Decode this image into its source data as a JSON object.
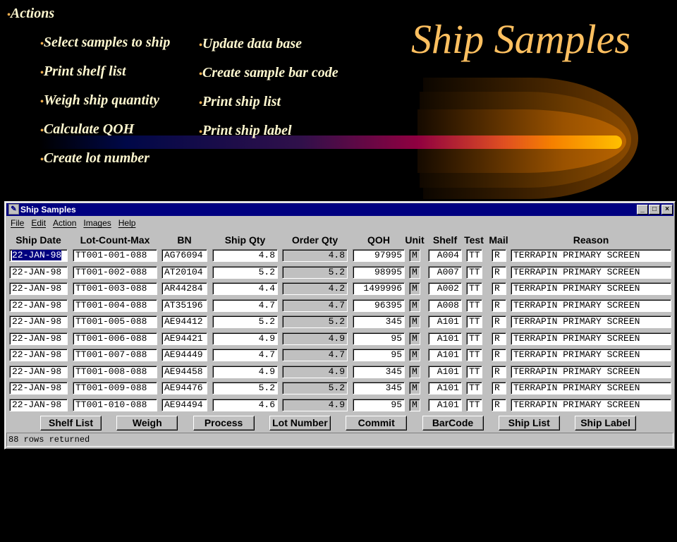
{
  "slide": {
    "title": "Ship Samples",
    "heading": "Actions",
    "bullets_left": [
      "Select samples to ship",
      "Print shelf list",
      "Weigh ship quantity",
      "Calculate QOH",
      "Create lot number"
    ],
    "bullets_right": [
      "Update data base",
      "Create sample bar code",
      "Print ship list",
      "Print ship label"
    ]
  },
  "window": {
    "title": "Ship Samples",
    "menu": [
      "File",
      "Edit",
      "Action",
      "Images",
      "Help"
    ],
    "columns": [
      "Ship Date",
      "Lot-Count-Max",
      "BN",
      "Ship Qty",
      "Order Qty",
      "QOH",
      "Unit",
      "Shelf",
      "Test",
      "Mail",
      "Reason"
    ],
    "rows": [
      [
        "22-JAN-98",
        "TT001-001-088",
        "AG76094",
        "4.8",
        "4.8",
        "97995",
        "M",
        "A004",
        "TT",
        "R",
        "TERRAPIN PRIMARY SCREEN"
      ],
      [
        "22-JAN-98",
        "TT001-002-088",
        "AT20104",
        "5.2",
        "5.2",
        "98995",
        "M",
        "A007",
        "TT",
        "R",
        "TERRAPIN PRIMARY SCREEN"
      ],
      [
        "22-JAN-98",
        "TT001-003-088",
        "AR44284",
        "4.4",
        "4.2",
        "1499996",
        "M",
        "A002",
        "TT",
        "R",
        "TERRAPIN PRIMARY SCREEN"
      ],
      [
        "22-JAN-98",
        "TT001-004-088",
        "AT35196",
        "4.7",
        "4.7",
        "96395",
        "M",
        "A008",
        "TT",
        "R",
        "TERRAPIN PRIMARY SCREEN"
      ],
      [
        "22-JAN-98",
        "TT001-005-088",
        "AE94412",
        "5.2",
        "5.2",
        "345",
        "M",
        "A101",
        "TT",
        "R",
        "TERRAPIN PRIMARY SCREEN"
      ],
      [
        "22-JAN-98",
        "TT001-006-088",
        "AE94421",
        "4.9",
        "4.9",
        "95",
        "M",
        "A101",
        "TT",
        "R",
        "TERRAPIN PRIMARY SCREEN"
      ],
      [
        "22-JAN-98",
        "TT001-007-088",
        "AE94449",
        "4.7",
        "4.7",
        "95",
        "M",
        "A101",
        "TT",
        "R",
        "TERRAPIN PRIMARY SCREEN"
      ],
      [
        "22-JAN-98",
        "TT001-008-088",
        "AE94458",
        "4.9",
        "4.9",
        "345",
        "M",
        "A101",
        "TT",
        "R",
        "TERRAPIN PRIMARY SCREEN"
      ],
      [
        "22-JAN-98",
        "TT001-009-088",
        "AE94476",
        "5.2",
        "5.2",
        "345",
        "M",
        "A101",
        "TT",
        "R",
        "TERRAPIN PRIMARY SCREEN"
      ],
      [
        "22-JAN-98",
        "TT001-010-088",
        "AE94494",
        "4.6",
        "4.9",
        "95",
        "M",
        "A101",
        "TT",
        "R",
        "TERRAPIN PRIMARY SCREEN"
      ]
    ],
    "buttons": [
      "Shelf List",
      "Weigh",
      "Process",
      "Lot Number",
      "Commit",
      "BarCode",
      "Ship List",
      "Ship Label"
    ],
    "status": "88 rows returned"
  }
}
